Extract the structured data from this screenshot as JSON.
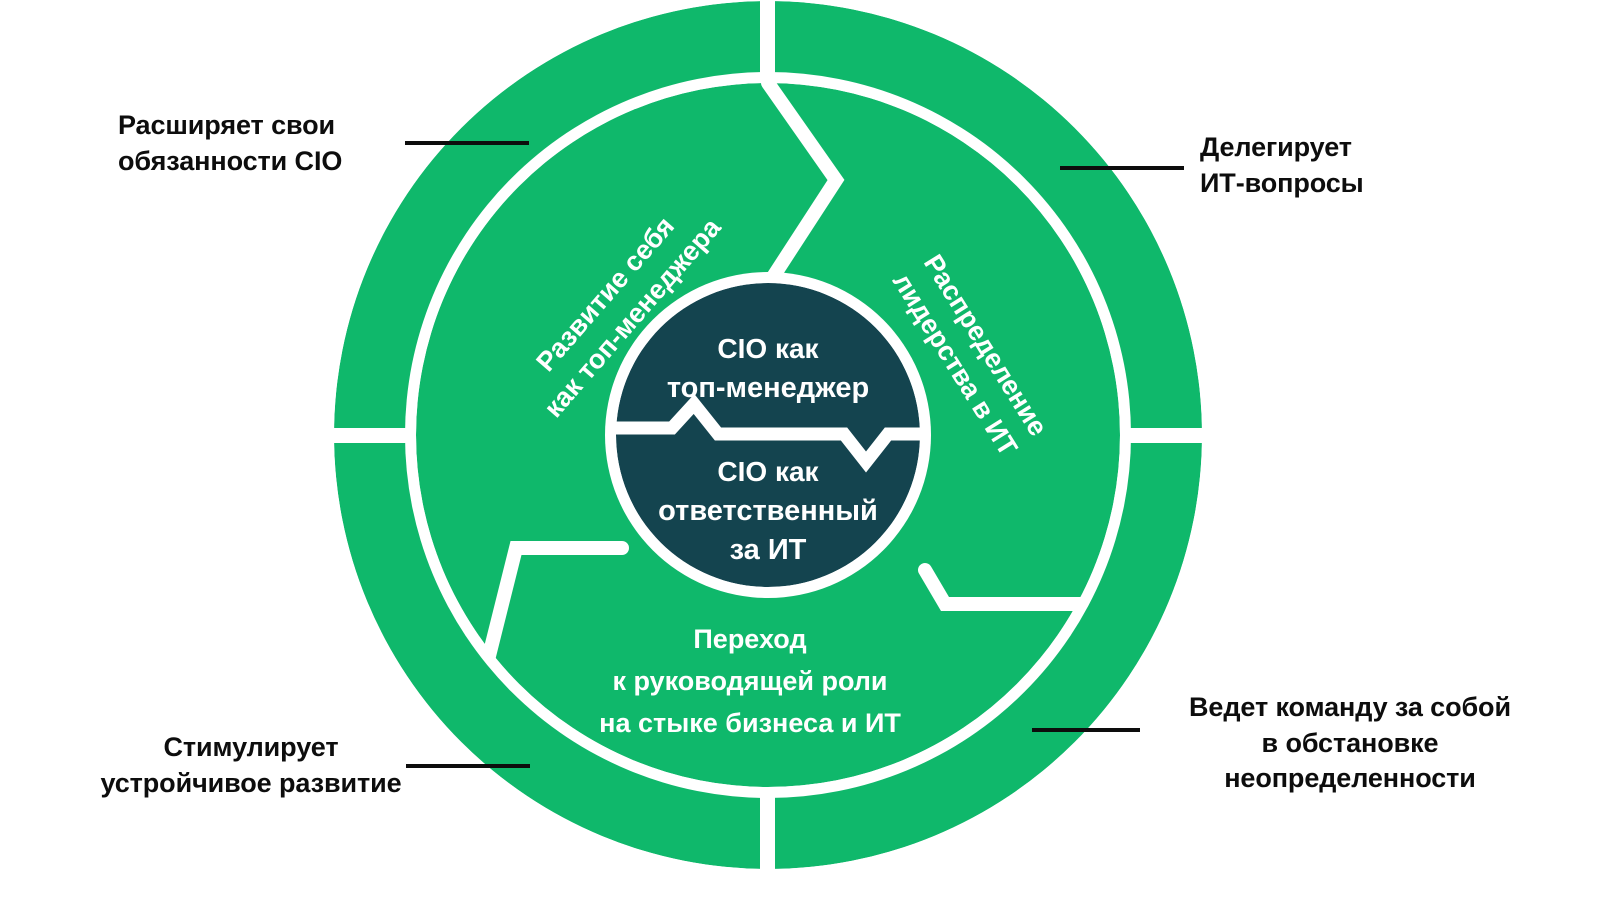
{
  "colors": {
    "green": "#0fb86b",
    "dark_teal": "#14444f",
    "white": "#ffffff",
    "text_black": "#0d0d0d",
    "background": "#ffffff"
  },
  "center": {
    "top_half": {
      "line1": "CIO как",
      "line2": "топ-менеджер"
    },
    "bottom_half": {
      "line1": "CIO как",
      "line2": "ответственный",
      "line3": "за ИТ"
    }
  },
  "segments": [
    {
      "id": "left",
      "line1": "Развитие себя",
      "line2": "как топ-менеджера"
    },
    {
      "id": "right",
      "line1": "Распределение",
      "line2": "лидерства в ИТ"
    },
    {
      "id": "bottom",
      "line1": "Переход",
      "line2": "к руководящей роли",
      "line3": "на стыке бизнеса и ИТ"
    }
  ],
  "callouts": [
    {
      "id": "top-left",
      "text": "Расширяет свои\nобязанности CIO"
    },
    {
      "id": "top-right",
      "text": "Делегирует\nИТ-вопросы"
    },
    {
      "id": "bottom-left",
      "text": "Стимулирует\nустройчивое развитие"
    },
    {
      "id": "bottom-right",
      "text": "Ведет команду за собой\nв обстановке\nнеопределенности"
    }
  ]
}
